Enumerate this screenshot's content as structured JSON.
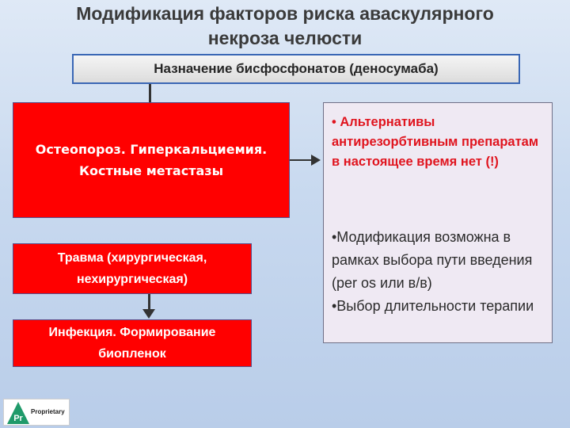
{
  "title": "Модификация факторов риска аваскулярного некроза челюсти",
  "top_box": "Назначение бисфосфонатов (деносумаба)",
  "boxes": {
    "osteoporosis": "Остеопороз. Гиперкальциемия. Костные метастазы",
    "trauma": "Травма (хирургическая, нехирургическая)",
    "infection": "Инфекция. Формирование биопленок"
  },
  "right_panel": {
    "alternatives": "• Альтернативы антирезорбтивным препаратам в настоящее время нет (!)",
    "modification": "•Модификация возможна в рамках выбора пути введения (per os или в/в)",
    "duration": "•Выбор длительности терапии"
  },
  "logo": {
    "initials": "Pr",
    "word": "Proprietary"
  },
  "colors": {
    "red_box": "#ff0000",
    "red_text": "#e0141e",
    "top_border": "#3a67b5",
    "logo_green": "#1f9a6a"
  }
}
